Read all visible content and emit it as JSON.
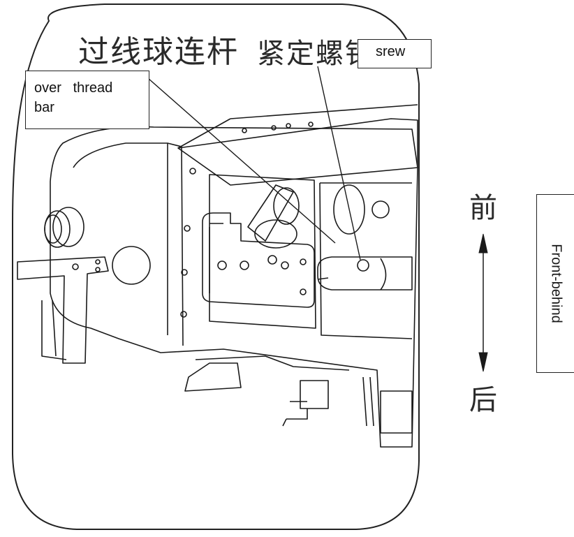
{
  "labels": {
    "cn_link": "过线球连杆",
    "cn_screw": "紧定螺钉",
    "en_screw": "srew",
    "en_link_line1": "over   thread",
    "en_link_line2": "bar",
    "cn_front": "前",
    "cn_back": "后",
    "direction": "Front-behind"
  },
  "colors": {
    "line": "#1a1a1a",
    "frame": "#222222"
  }
}
